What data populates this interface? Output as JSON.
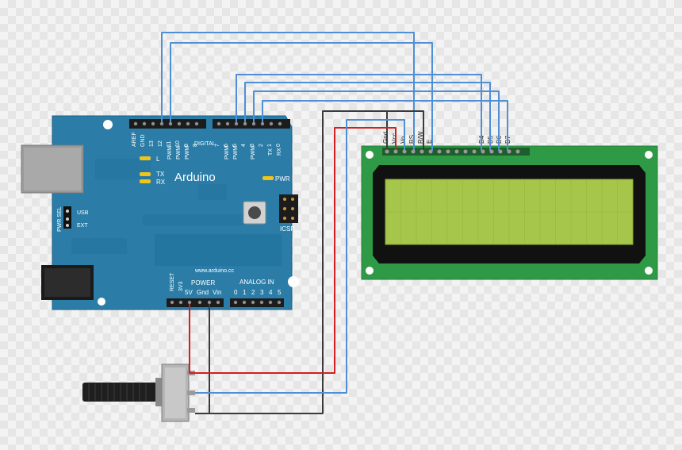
{
  "colors": {
    "board": "#2b7da8",
    "board_dark": "#1e6a93",
    "lcd_pcb": "#2f9a45",
    "lcd_screen": "#a5c64a",
    "wire_blue": "#4f8fd6",
    "wire_red": "#d21f1f",
    "wire_dark": "#3a3a3a"
  },
  "arduino": {
    "brand": "Arduino",
    "url": "www.arduino.cc",
    "digital_header": {
      "title": "DIGITAL",
      "pins_left": [
        "AREF",
        "GND",
        "13",
        "12",
        "11",
        "10",
        "9",
        "8"
      ],
      "pins_right": [
        "7",
        "6",
        "5",
        "4",
        "3",
        "2",
        "1",
        "0"
      ],
      "pwm_label": "PWM",
      "tx_label": "TX",
      "rx_label": "RX"
    },
    "leds": {
      "l": "L",
      "tx": "TX",
      "rx": "RX",
      "pwr": "PWR"
    },
    "power_select": {
      "title": "PWR SEL",
      "usb": "USB",
      "ext": "EXT"
    },
    "icsp": "ICSP",
    "power_header": {
      "title": "POWER",
      "pins": [
        "RESET",
        "3V3",
        "5V",
        "Gnd",
        "Vin"
      ]
    },
    "analog_header": {
      "title": "ANALOG IN",
      "pins": [
        "0",
        "1",
        "2",
        "3",
        "4",
        "5"
      ]
    }
  },
  "lcd": {
    "pin_labels": [
      "Gnd",
      "Vcc",
      "Vo",
      "RS",
      "R/W",
      "E",
      "D4",
      "D5",
      "D6",
      "D7"
    ]
  },
  "potentiometer": {
    "icon": "potentiometer-icon"
  }
}
